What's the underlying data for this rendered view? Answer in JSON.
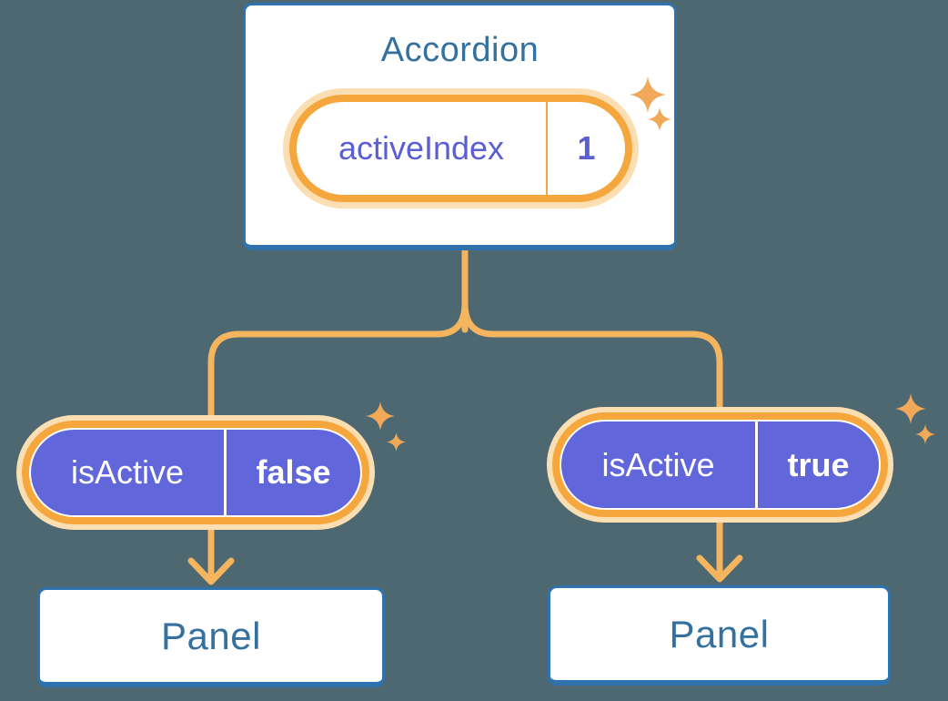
{
  "diagram": {
    "description": "React component tree: Accordion parent holding state, passing isActive props to two Panel children",
    "root_node": {
      "title": "Accordion",
      "state": {
        "name": "activeIndex",
        "value": "1"
      }
    },
    "children": [
      {
        "prop": {
          "name": "isActive",
          "value": "false"
        },
        "panel_label": "Panel"
      },
      {
        "prop": {
          "name": "isActive",
          "value": "true"
        },
        "panel_label": "Panel"
      }
    ]
  },
  "icons": {
    "sparkle": "four-point-star"
  },
  "colors": {
    "background": "#4D6870",
    "card_fill": "#FFFFFF",
    "card_border": "#2E73AD",
    "heading_text": "#35719F",
    "connector_orange": "#F5B55F",
    "pill_ring_orange": "#F5A73E",
    "pill_glow": "#FBDFB3",
    "state_pill_divider": "#F3A54A",
    "state_text_purple": "#5B5FD1",
    "prop_pill_fill": "#6166DB",
    "prop_pill_text": "#FFFFFF",
    "sparkle": "#F1A858"
  }
}
